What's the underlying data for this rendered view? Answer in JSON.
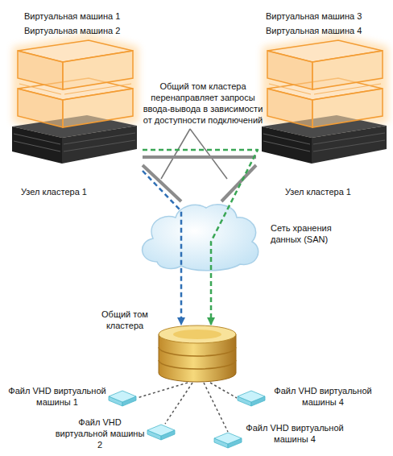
{
  "diagram": {
    "nodes": [
      {
        "text": [
          "Виртуальная машина 1",
          "Виртуальная машина 2",
          "Узел кластера 1"
        ]
      },
      {
        "text": [
          "Виртуальная машина 3",
          "Виртуальная машина 4",
          "Узел кластера 1"
        ]
      },
      {
        "text": [
          "Сеть хранения данных (SAN)"
        ]
      },
      {
        "text": [
          "Общий том кластера"
        ]
      },
      {
        "text": [
          "Файл VHD виртуальной машины 1"
        ]
      },
      {
        "text": [
          "Файл VHD виртуальной машины 4"
        ]
      },
      {
        "text": [
          "Файл VHD виртуальной машины 2"
        ]
      },
      {
        "text": [
          "Файл VHD виртуальной машины 4"
        ]
      }
    ],
    "edges": [
      {
        "from": 0,
        "to": 1,
        "arrow": "none"
      },
      {
        "from": 0,
        "to": 2,
        "arrow": "none"
      },
      {
        "from": 1,
        "to": 2,
        "arrow": "none"
      },
      {
        "from": 0,
        "to": 3,
        "arrow": "to"
      },
      {
        "from": 0,
        "to": 3,
        "arrow": "to"
      },
      {
        "from": 3,
        "to": 4,
        "arrow": "none"
      },
      {
        "from": 3,
        "to": 5,
        "arrow": "none"
      },
      {
        "from": 3,
        "to": 6,
        "arrow": "none"
      },
      {
        "from": 3,
        "to": 7,
        "arrow": "none"
      }
    ],
    "labels": [
      "Общий том кластера перенаправляет запросы ввода-вывода в зависимости от доступности подключений"
    ]
  }
}
